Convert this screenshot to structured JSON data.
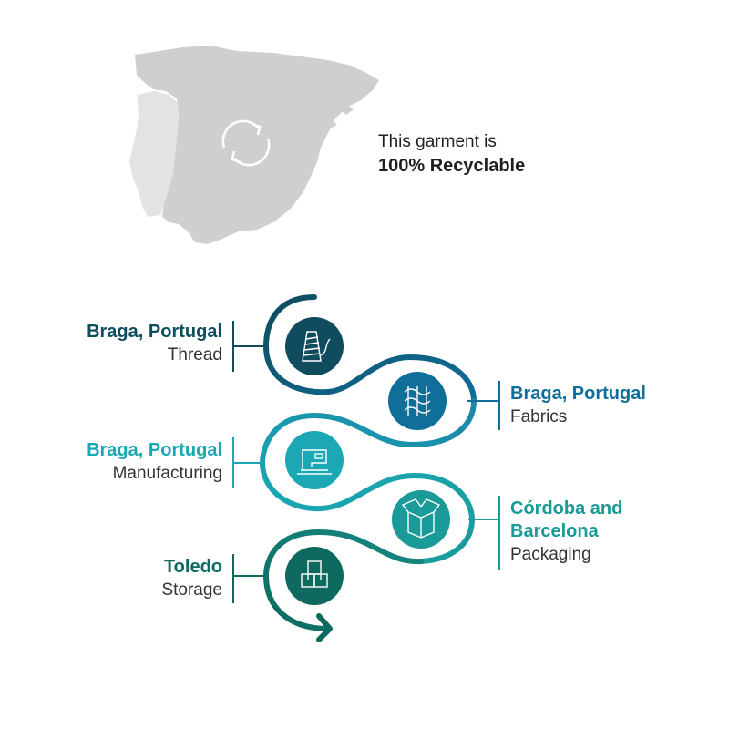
{
  "claim": {
    "line1": "This garment is",
    "line2": "100% Recyclable"
  },
  "map": {
    "icon": "recycle-icon",
    "spain_color": "#cfcfcf",
    "portugal_color": "#e3e3e3"
  },
  "steps": [
    {
      "city": "Braga, Portugal",
      "step": "Thread",
      "icon": "thread-spool-icon",
      "color": "#0f4c5e"
    },
    {
      "city": "Braga, Portugal",
      "step": "Fabrics",
      "icon": "fabric-weave-icon",
      "color": "#0f6e9a"
    },
    {
      "city": "Braga, Portugal",
      "step": "Manufacturing",
      "icon": "sewing-machine-icon",
      "color": "#1ba8b4"
    },
    {
      "city": "Córdoba and",
      "city2": "Barcelona",
      "step": "Packaging",
      "icon": "open-box-icon",
      "color": "#1a9a98"
    },
    {
      "city": "Toledo",
      "step": "Storage",
      "icon": "stacked-boxes-icon",
      "color": "#0e6a5e"
    }
  ]
}
